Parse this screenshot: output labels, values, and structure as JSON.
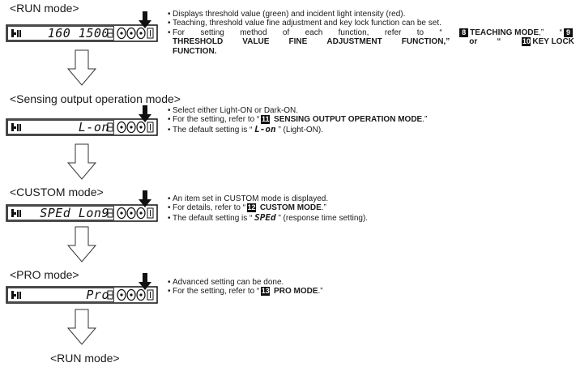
{
  "modes": [
    {
      "title": "<RUN mode>",
      "display": "160 1500",
      "desc": {
        "line1": "Displays threshold value (green) and incident light intensity (red).",
        "line2": "Teaching, threshold value fine adjustment and key lock function can be set.",
        "line3_words": [
          "For",
          "setting",
          "method",
          "of",
          "each",
          "function,",
          "refer",
          "to",
          "“"
        ],
        "ref8_num": "8",
        "ref8_label": "TEACHING MODE",
        "ref9_num": "9",
        "line4_words": [
          "THRESHOLD",
          "VALUE",
          "FINE",
          "ADJUSTMENT",
          "FUNCTION,”",
          "or",
          "“"
        ],
        "ref10_num": "10",
        "ref10_label": "KEY LOCK",
        "line5": "FUNCTION."
      }
    },
    {
      "title": "<Sensing output operation mode>",
      "display": "L-on",
      "desc": {
        "line1": "Select either Light-ON or Dark-ON.",
        "line2_pre": "For the setting, refer to “",
        "ref_num": "11",
        "ref_label": "SENSING OUTPUT OPERATION MODE",
        "line2_post": ".”",
        "line3_pre": "The default setting is “",
        "seg": "L-on",
        "line3_post": "” (Light-ON)."
      }
    },
    {
      "title": "<CUSTOM mode>",
      "display": "SPEd Lon9",
      "desc": {
        "line1": "An item set in CUSTOM mode is displayed.",
        "line2_pre": "For details, refer to “",
        "ref_num": "12",
        "ref_label": "CUSTOM MODE",
        "line2_post": ".”",
        "line3_pre": "The default setting is “",
        "seg": "SPEd",
        "line3_post": "” (response time setting)."
      }
    },
    {
      "title": "<PRO mode>",
      "display": "Pro",
      "desc": {
        "line1": "Advanced setting can be done.",
        "line2_pre": "For the setting, refer to “",
        "ref_num": "13",
        "ref_label": "PRO MODE",
        "line2_post": ".”"
      }
    }
  ],
  "final_title": "<RUN mode>",
  "icons": {
    "device": "sensor-amplifier-display",
    "pointer": "pressed-button-arrow-icon",
    "flow": "down-arrow-icon"
  }
}
